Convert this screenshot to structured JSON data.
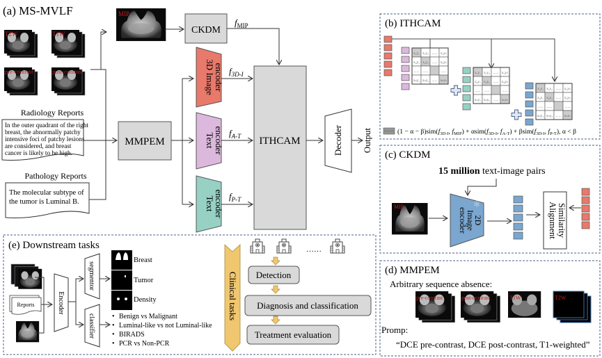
{
  "panel_a": {
    "title": "(a) MS-MVLF",
    "sequences": [
      "T2W",
      "T1W",
      "pre-contrast",
      "post-contrast"
    ],
    "mip_label": "MIP",
    "radiology_title": "Radiology Reports",
    "radiology_lines": [
      "In the outer quadrant of the right",
      "breast, the abnormally patchy",
      "intensive foci of patchy lesions",
      "are considered, and breast",
      "cancer is likely to be high."
    ],
    "pathology_title": "Pathology Reports",
    "pathology_lines": [
      "The molecular subtype of",
      "the tumor is Luminal B."
    ],
    "mmpem": "MMPEM",
    "ckdm": "CKDM",
    "enc_3d": [
      "3D Image",
      "encoder"
    ],
    "enc_text_a": [
      "Text",
      "encoder"
    ],
    "enc_text_p": [
      "Text",
      "encoder"
    ],
    "f_mip": {
      "base": "f",
      "sub": "MIP"
    },
    "f_3d": {
      "base": "f",
      "sub": "3D-I"
    },
    "f_at": {
      "base": "f",
      "sub": "A-T"
    },
    "f_pt": {
      "base": "f",
      "sub": "P-T"
    },
    "ithcam": "ITHCAM",
    "decoder": "Decoder",
    "output": "Output"
  },
  "panel_b": {
    "title": "(b) ITHCAM",
    "matrix_cells": [
      [
        "x₁y₁",
        "x₁y₂",
        "......",
        "x₁yₙ"
      ],
      [
        "x₂y₁",
        "x₂y₂",
        "......",
        "x₂yₙ"
      ],
      [
        "......",
        "......",
        "",
        "......"
      ],
      [
        "xₙy₁",
        "xₙy₂",
        "......",
        "xₙyₙ"
      ]
    ],
    "formula": "(1 − α − β)sim(f₃D‑I, fₘᵢₚ) + αsim(f₃D‑I, fₐ₋ₜ) + βsim(f₃D‑I, fₚ₋ₜ), α < β",
    "formula_parts": {
      "p1": "(1 − α − β)sim(",
      "f3d": "3D-I",
      "mip": "MIP",
      "p2": ") + αsim(",
      "at": "A-T",
      "p3": ") + βsim(",
      "pt": "P-T",
      "p4": "), α < β",
      "f": "f",
      "comma": ", "
    }
  },
  "panel_c": {
    "title": "(c) CKDM",
    "pairs_bold": "15 million",
    "pairs_rest": " text-image pairs",
    "mip_label": "MIP",
    "encoder": [
      "2D",
      "Image",
      "encoder"
    ],
    "snowflake": "❄",
    "similarity": [
      "Similarity",
      "Alignment"
    ]
  },
  "panel_d": {
    "title": "(d) MMPEM",
    "absence_label": "Arbitrary sequence absence:",
    "sequences": [
      "pre-contrast",
      "post-contrast",
      "T1W",
      "T2W"
    ],
    "prompt_label": "Promp:",
    "prompt_text": "“DCE pre-contrast, DCE post-contrast, T1-weighted”"
  },
  "panel_e": {
    "title": "(e) Downstream tasks",
    "reports": "Reports",
    "encoder": "Encoder",
    "segmentor": "segmentor",
    "classifier": "classifier",
    "seg_outputs": [
      "Breast",
      "Tumor",
      "Density"
    ],
    "cls_outputs": [
      "Benign vs Malignant",
      "Luminal-like vs not Luminal-like",
      "BIRADS",
      "PCR vs Non-PCR"
    ],
    "clinical_tasks": "Clinical tasks",
    "ellipsis": "……",
    "tasks": [
      "Detection",
      "Diagnosis and classification",
      "Treatment evaluation"
    ]
  },
  "colors": {
    "red": "#e8796b",
    "purple": "#dcb9dc",
    "teal": "#96d1c4",
    "blue": "#7aa6cf",
    "gray_box": "#d9d9d9",
    "gold": "#f0c76f",
    "dashed": "#4a5f8a",
    "mri_label": "#cc1a1a"
  }
}
